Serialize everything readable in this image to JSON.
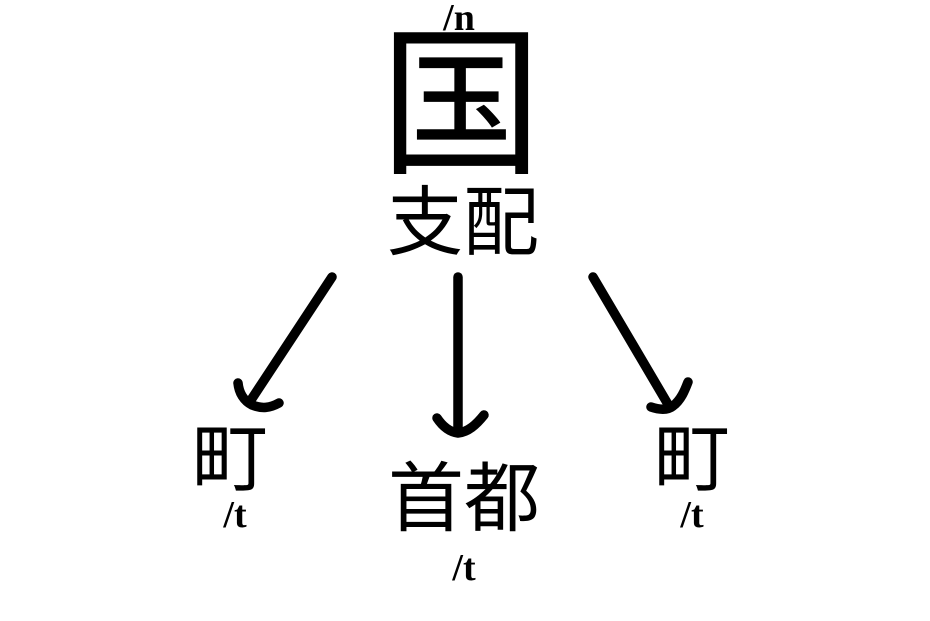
{
  "diagram": {
    "description": "semantic tree: a country dominates its towns and capital",
    "root": {
      "word": "国",
      "pos_tag": "/n",
      "relation_label": "支配"
    },
    "children": [
      {
        "word": "町",
        "pos_tag": "/t"
      },
      {
        "word": "首都",
        "pos_tag": "/t"
      },
      {
        "word": "町",
        "pos_tag": "/t"
      }
    ],
    "edges": [
      {
        "from": "国",
        "to": "町",
        "icon": "arrow-down-left-icon"
      },
      {
        "from": "国",
        "to": "首都",
        "icon": "arrow-down-icon"
      },
      {
        "from": "国",
        "to": "町",
        "icon": "arrow-down-right-icon"
      }
    ],
    "colors": {
      "background": "#ffffff",
      "ink": "#000000"
    }
  }
}
